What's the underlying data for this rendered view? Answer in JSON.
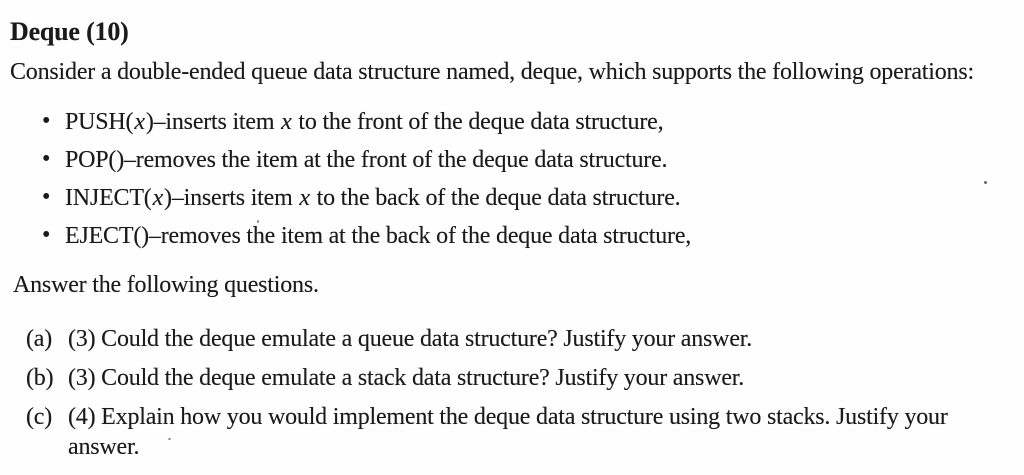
{
  "page": {
    "title": "Deque (10)",
    "intro": "Consider a double-ended queue data structure named, deque, which supports the following operations:",
    "bullet_char": "•",
    "operations": [
      {
        "s1": "PUSH(",
        "arg1": "x",
        "s2": ")–inserts item ",
        "arg2": "x",
        "s3": " to the front of the deque data structure,"
      },
      {
        "s1": "POP()–removes the item at the front of the deque data structure.",
        "arg1": "",
        "s2": "",
        "arg2": "",
        "s3": ""
      },
      {
        "s1": "INJECT(",
        "arg1": "x",
        "s2": ")–inserts item ",
        "arg2": "x",
        "s3": " to the back of the deque data structure."
      },
      {
        "s1": "EJECT()–removes the item at the back of the deque data structure,",
        "arg1": "",
        "s2": "",
        "arg2": "",
        "s3": ""
      }
    ],
    "answer_prompt": "Answer the following questions.",
    "questions": [
      {
        "label": "(a)",
        "lines": [
          "(3) Could the deque emulate a queue data structure? Justify your answer."
        ]
      },
      {
        "label": "(b)",
        "lines": [
          "(3) Could the deque emulate a stack data structure? Justify your answer."
        ]
      },
      {
        "label": "(c)",
        "lines": [
          "(4) Explain how you would implement the deque data structure using two stacks.  Justify your",
          "answer."
        ]
      }
    ],
    "colors": {
      "ink": "#1a1a1a",
      "paper": "#ffffff"
    }
  }
}
